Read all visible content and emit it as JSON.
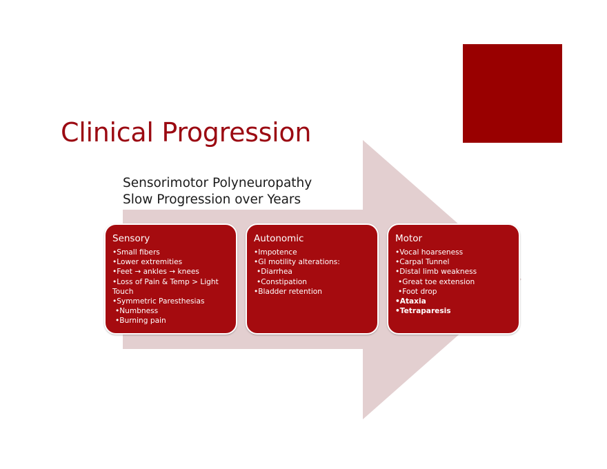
{
  "slide": {
    "title": "Clinical Progression",
    "subtitle_lines": [
      "Sensorimotor Polyneuropathy",
      "Slow Progression over Years"
    ],
    "accent_color": "#990000",
    "arrow_color": "#e3cfd0"
  },
  "columns": [
    {
      "title": "Sensory",
      "items": [
        {
          "text": "•Small fibers",
          "level": 0
        },
        {
          "text": "•Lower extremities",
          "level": 0
        },
        {
          "text": "•Feet → ankles → knees",
          "level": 0
        },
        {
          "text": "•Loss of Pain & Temp > Light Touch",
          "level": 0
        },
        {
          "text": "•Symmetric Paresthesias",
          "level": 0
        },
        {
          "text": "•Numbness",
          "level": 1
        },
        {
          "text": "•Burning pain",
          "level": 1
        }
      ]
    },
    {
      "title": "Autonomic",
      "items": [
        {
          "text": "•Impotence",
          "level": 0
        },
        {
          "text": "•GI motility alterations:",
          "level": 0
        },
        {
          "text": "•Diarrhea",
          "level": 1
        },
        {
          "text": "•Constipation",
          "level": 1
        },
        {
          "text": "•Bladder retention",
          "level": 0
        }
      ]
    },
    {
      "title": "Motor",
      "items": [
        {
          "text": "•Vocal hoarseness",
          "level": 0
        },
        {
          "text": "•Carpal Tunnel",
          "level": 0
        },
        {
          "text": "•Distal limb weakness",
          "level": 0
        },
        {
          "text": "•Great toe extension",
          "level": 1
        },
        {
          "text": "•Foot drop",
          "level": 1
        },
        {
          "text": "•Ataxia",
          "level": 0,
          "bold": true
        },
        {
          "text": "•Tetraparesis",
          "level": 0,
          "bold": true
        }
      ]
    }
  ]
}
